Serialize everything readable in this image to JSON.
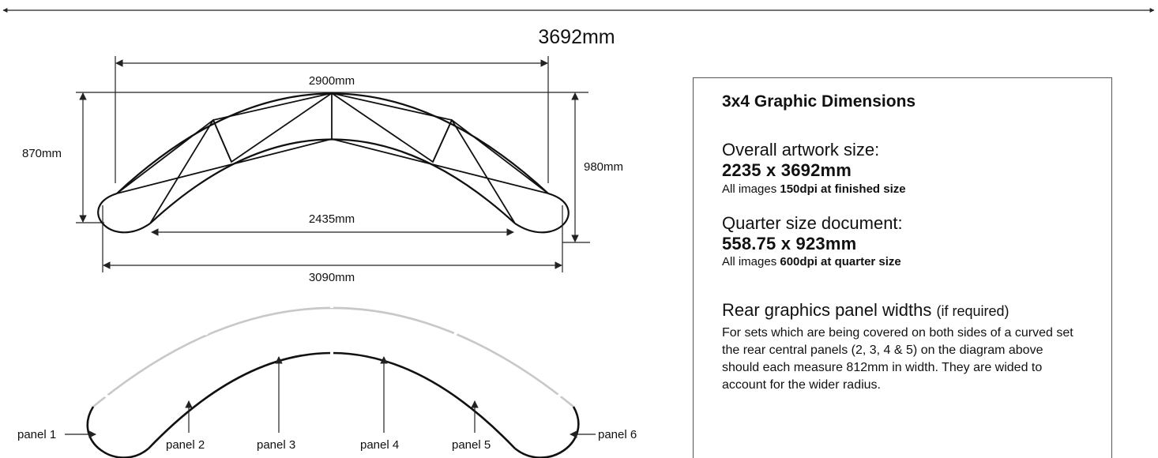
{
  "diagram": {
    "overall_width": "3692mm",
    "top_width": "2900mm",
    "left_height": "870mm",
    "right_height": "980mm",
    "inner_width": "2435mm",
    "base_width": "3090mm",
    "panel_labels": [
      "panel 1",
      "panel 2",
      "panel 3",
      "panel 4",
      "panel 5",
      "panel 6"
    ],
    "colors": {
      "line": "#111111",
      "rear_arc": "#c8c8c8"
    }
  },
  "info": {
    "title": "3x4 Graphic Dimensions",
    "overall": {
      "heading": "Overall artwork size:",
      "value": "2235 x 3692mm",
      "note_prefix": "All images",
      "note_bold": "150dpi at finished size"
    },
    "quarter": {
      "heading": "Quarter size document:",
      "value": "558.75 x 923mm",
      "note_prefix": "All images",
      "note_bold": "600dpi at quarter size"
    },
    "rear": {
      "heading": "Rear graphics panel widths",
      "heading_suffix": "(if required)",
      "paragraph": "For sets which are being covered on both sides of a curved set the rear central panels (2, 3, 4 & 5) on the diagram above should each measure 812mm in width. They are wided to account for the wider radius."
    }
  }
}
